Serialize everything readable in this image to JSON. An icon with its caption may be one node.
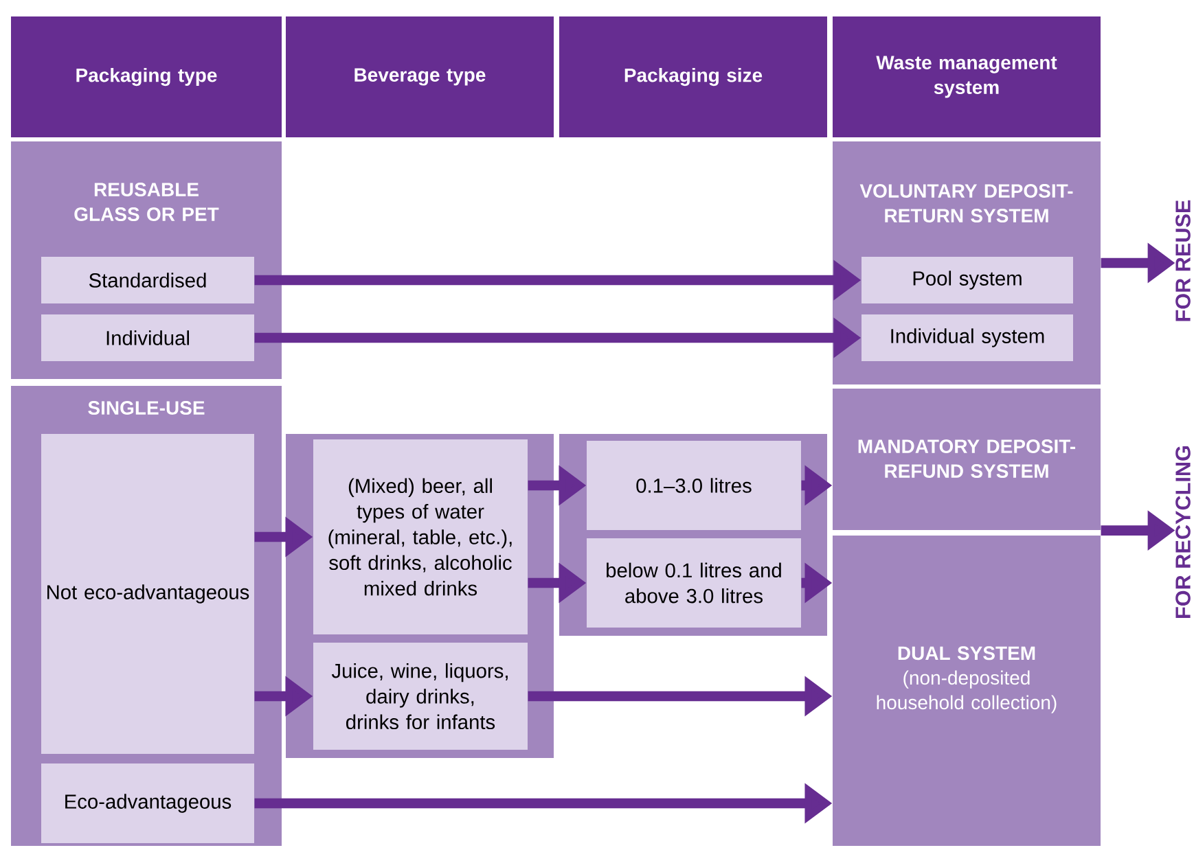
{
  "diagram": {
    "nodes": [
      {
        "text": [
          "Packaging type"
        ]
      },
      {
        "text": [
          "Beverage type"
        ]
      },
      {
        "text": [
          "Packaging size"
        ]
      },
      {
        "text": [
          "Waste management system"
        ]
      },
      {
        "text": [
          "REUSABLE GLASS OR PET"
        ]
      },
      {
        "text": [
          "Standardised"
        ],
        "in": 4
      },
      {
        "text": [
          "Individual"
        ],
        "in": 4
      },
      {
        "text": [
          "VOLUNTARY DEPOSIT-RETURN SYSTEM"
        ]
      },
      {
        "text": [
          "Pool system"
        ],
        "in": 7
      },
      {
        "text": [
          "Individual system"
        ],
        "in": 7
      },
      {
        "text": [
          "SINGLE-USE"
        ]
      },
      {
        "text": [
          "Not eco-advantageous"
        ],
        "in": 10
      },
      {
        "text": [
          "Eco-advantageous"
        ],
        "in": 10
      },
      {
        "text": [],
        "shape": "box"
      },
      {
        "text": [
          "(Mixed) beer, all types of water (mineral, table, etc.), soft drinks, alcoholic mixed drinks"
        ],
        "in": 13
      },
      {
        "text": [
          "Juice, wine, liquors, dairy drinks, drinks for infants"
        ],
        "in": 13
      },
      {
        "text": [],
        "shape": "box"
      },
      {
        "text": [
          "0.1–3.0 litres"
        ],
        "in": 16
      },
      {
        "text": [
          "below 0.1 litres and above 3.0 litres"
        ],
        "in": 16
      },
      {
        "text": [
          "MANDATORY DEPOSIT-REFUND SYSTEM"
        ]
      },
      {
        "text": [
          "DUAL SYSTEM",
          "(non-deposited household collection)"
        ]
      },
      {
        "text": [
          "FOR REUSE"
        ]
      },
      {
        "text": [
          "FOR RECYCLING"
        ]
      }
    ],
    "edges": [
      {
        "from": 5,
        "to": 8,
        "arrow": "to"
      },
      {
        "from": 6,
        "to": 9,
        "arrow": "to"
      },
      {
        "from": 11,
        "to": 14,
        "arrow": "to"
      },
      {
        "from": 11,
        "to": 15,
        "arrow": "to"
      },
      {
        "from": 14,
        "to": 17,
        "arrow": "to"
      },
      {
        "from": 14,
        "to": 18,
        "arrow": "to"
      },
      {
        "from": 17,
        "to": 19,
        "arrow": "to"
      },
      {
        "from": 18,
        "to": 20,
        "arrow": "to"
      },
      {
        "from": 15,
        "to": 20,
        "arrow": "to"
      },
      {
        "from": 12,
        "to": 20,
        "arrow": "to"
      },
      {
        "from": 7,
        "to": 21,
        "arrow": "to"
      },
      {
        "from": 19,
        "to": 22,
        "arrow": "to"
      },
      {
        "from": 20,
        "to": 22,
        "arrow": "to"
      }
    ]
  }
}
